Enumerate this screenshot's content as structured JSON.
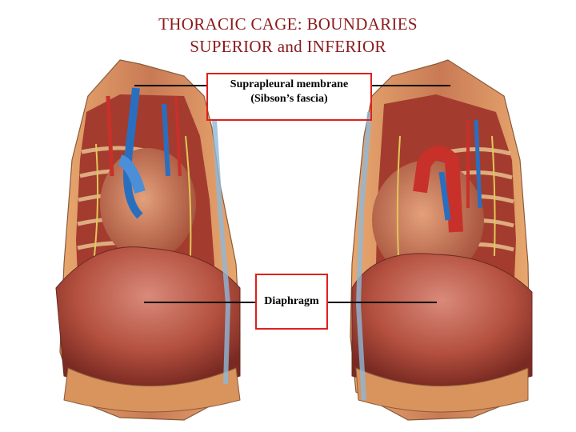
{
  "title": {
    "line1": "THORACIC CAGE: BOUNDARIES",
    "line2": "SUPERIOR and INFERIOR"
  },
  "illustration": {
    "description_icon": "thoracic-cavity-illustration"
  },
  "labels": {
    "suprapleural_line1": "Suprapleural membrane",
    "suprapleural_line2": "(Sibson’s fascia)",
    "diaphragm": "Diaphragm"
  },
  "colors": {
    "title": "#8b1a1a",
    "label_border": "#e0201c",
    "leader_line": "#000000"
  }
}
